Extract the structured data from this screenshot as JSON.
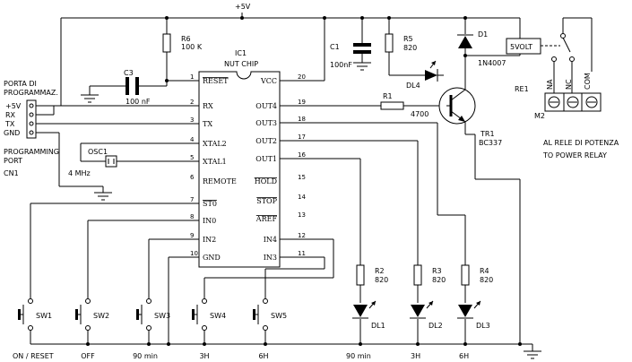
{
  "supply": "+5V",
  "ic": {
    "ref": "IC1",
    "name": "NUT CHIP",
    "left_pins": [
      {
        "num": "1",
        "name": "RESET"
      },
      {
        "num": "2",
        "name": "RX"
      },
      {
        "num": "3",
        "name": "TX"
      },
      {
        "num": "4",
        "name": "XTAL2"
      },
      {
        "num": "5",
        "name": "XTAL1"
      },
      {
        "num": "6",
        "name": "REMOTE"
      },
      {
        "num": "7",
        "name": "ST0"
      },
      {
        "num": "8",
        "name": "IN0"
      },
      {
        "num": "9",
        "name": "IN2"
      },
      {
        "num": "10",
        "name": "GND"
      }
    ],
    "right_pins": [
      {
        "num": "20",
        "name": "VCC"
      },
      {
        "num": "19",
        "name": "OUT4"
      },
      {
        "num": "18",
        "name": "OUT3"
      },
      {
        "num": "17",
        "name": "OUT2"
      },
      {
        "num": "16",
        "name": "OUT1"
      },
      {
        "num": "15",
        "name": "HOLD"
      },
      {
        "num": "14",
        "name": "STOP"
      },
      {
        "num": "13",
        "name": "AREF"
      },
      {
        "num": "12",
        "name": "IN4"
      },
      {
        "num": "11",
        "name": "IN3"
      }
    ]
  },
  "components": {
    "r6": {
      "ref": "R6",
      "value": "100 K"
    },
    "c3": {
      "ref": "C3",
      "value": "100 nF"
    },
    "c1": {
      "ref": "C1",
      "value": "100nF"
    },
    "r5": {
      "ref": "R5",
      "value": "820"
    },
    "d1": {
      "ref": "D1",
      "value": "1N4007"
    },
    "dl4": {
      "ref": "DL4"
    },
    "r1": {
      "ref": "R1",
      "value": "4700"
    },
    "tr1": {
      "ref": "TR1",
      "value": "BC337"
    },
    "relay": {
      "ref": "RE1",
      "value": "5VOLT"
    },
    "m2": {
      "ref": "M2",
      "terminals": [
        "NA",
        "NC",
        "COM"
      ]
    },
    "osc1": {
      "ref": "OSC1",
      "value": "4 MHz"
    },
    "r2": {
      "ref": "R2",
      "value": "820"
    },
    "r3": {
      "ref": "R3",
      "value": "820"
    },
    "r4": {
      "ref": "R4",
      "value": "820"
    },
    "dl1": {
      "ref": "DL1"
    },
    "dl2": {
      "ref": "DL2"
    },
    "dl3": {
      "ref": "DL3"
    }
  },
  "connector": {
    "ref": "CN1",
    "title_top": [
      "PORTA DI",
      "PROGRAMMAZ."
    ],
    "title_bottom": [
      "PROGRAMMING",
      "PORT"
    ],
    "pins": [
      "+5V",
      "RX",
      "TX",
      "GND"
    ]
  },
  "switches": [
    {
      "ref": "SW1",
      "label": "ON / RESET"
    },
    {
      "ref": "SW2",
      "label": "OFF"
    },
    {
      "ref": "SW3",
      "label": "90 min"
    },
    {
      "ref": "SW4",
      "label": "3H"
    },
    {
      "ref": "SW5",
      "label": "6H"
    }
  ],
  "led_labels": [
    "90 min",
    "3H",
    "6H"
  ],
  "power_relay_note": [
    "AL RELE DI POTENZA",
    "TO POWER RELAY"
  ]
}
